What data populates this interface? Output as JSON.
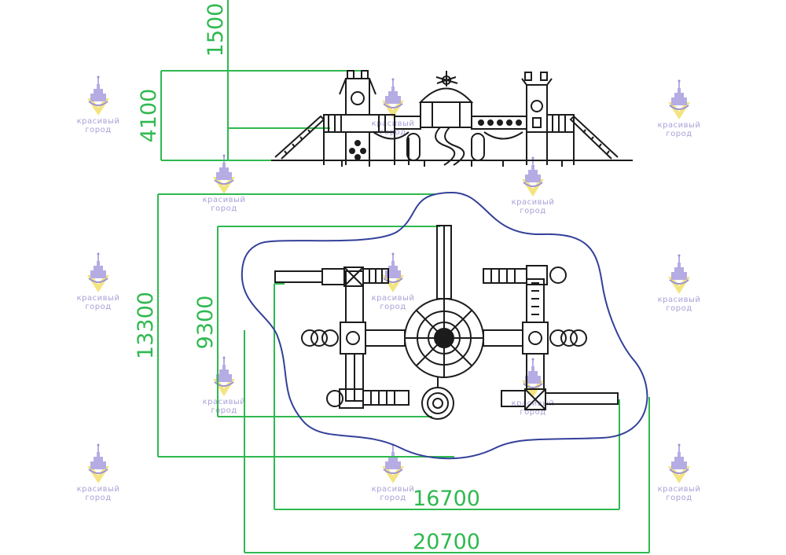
{
  "dimensions": {
    "side_clearance_height": "1500",
    "side_height": "4100",
    "plan_outer_depth": "13300",
    "plan_inner_depth": "9300",
    "plan_inner_width": "16700",
    "plan_outer_width": "20700"
  },
  "watermark": {
    "brand_line1": "красивый",
    "brand_line2": "город"
  },
  "colors": {
    "dimension_lines": "#2fb94f",
    "safety_zone": "#33409a",
    "structure": "#1c1c1c",
    "watermark_purple": "#9a8fd0",
    "watermark_yellow": "#f2e06a"
  }
}
